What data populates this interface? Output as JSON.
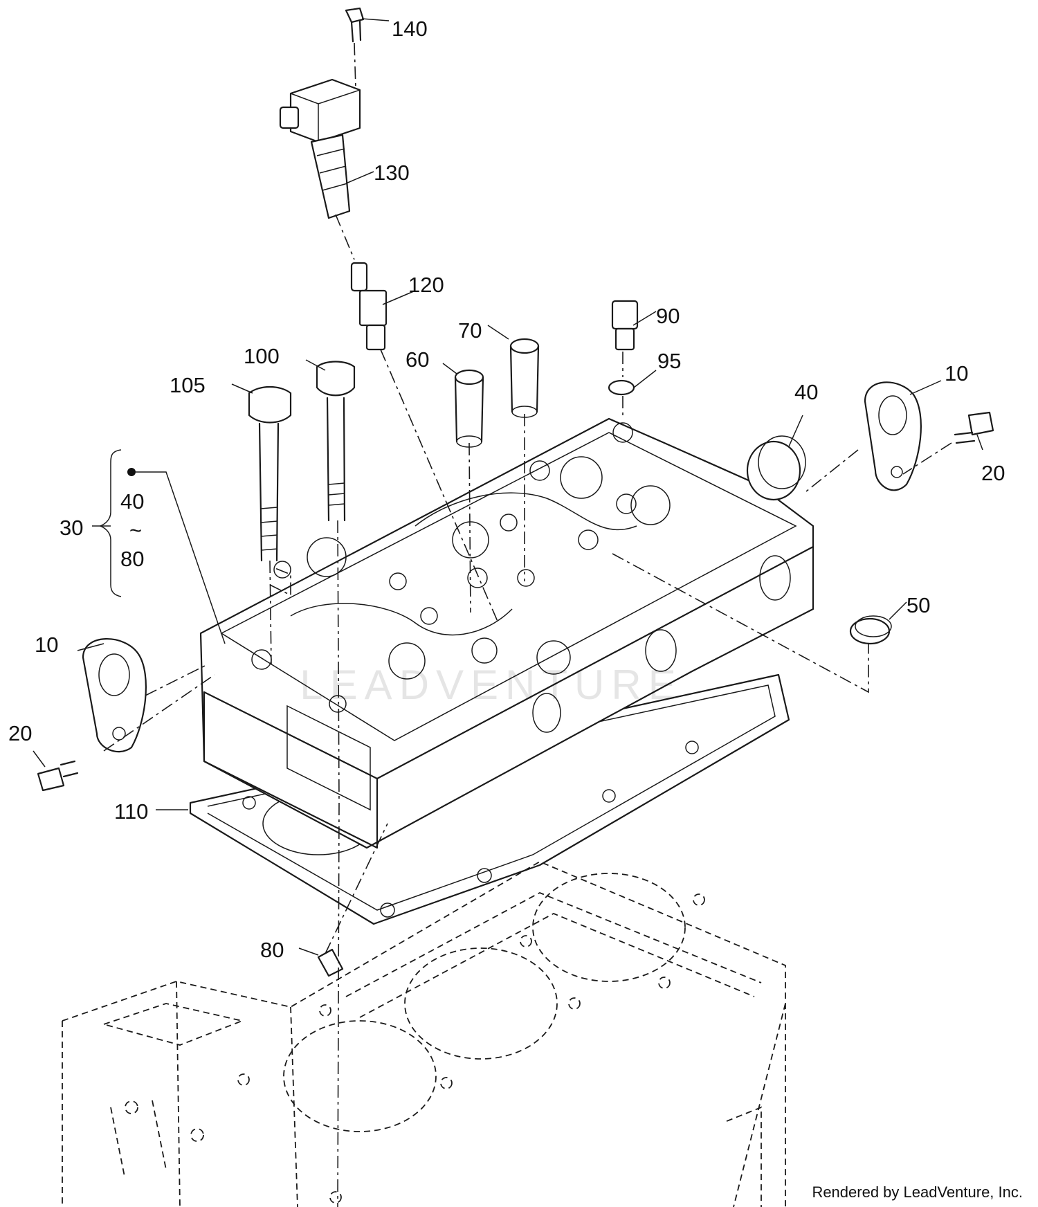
{
  "callouts": [
    {
      "id": "140",
      "label": "140"
    },
    {
      "id": "130",
      "label": "130"
    },
    {
      "id": "120",
      "label": "120"
    },
    {
      "id": "90",
      "label": "90"
    },
    {
      "id": "95",
      "label": "95"
    },
    {
      "id": "70",
      "label": "70"
    },
    {
      "id": "60",
      "label": "60"
    },
    {
      "id": "100",
      "label": "100"
    },
    {
      "id": "105",
      "label": "105"
    },
    {
      "id": "40a",
      "label": "40"
    },
    {
      "id": "10a",
      "label": "10"
    },
    {
      "id": "20a",
      "label": "20"
    },
    {
      "id": "30",
      "label": "30"
    },
    {
      "id": "g40",
      "label": "40"
    },
    {
      "id": "gtilde",
      "label": "~"
    },
    {
      "id": "g80",
      "label": "80"
    },
    {
      "id": "50",
      "label": "50"
    },
    {
      "id": "10b",
      "label": "10"
    },
    {
      "id": "20b",
      "label": "20"
    },
    {
      "id": "110",
      "label": "110"
    },
    {
      "id": "80",
      "label": "80"
    }
  ],
  "watermark": "LEADVENTURE",
  "credit": "Rendered by LeadVenture, Inc."
}
